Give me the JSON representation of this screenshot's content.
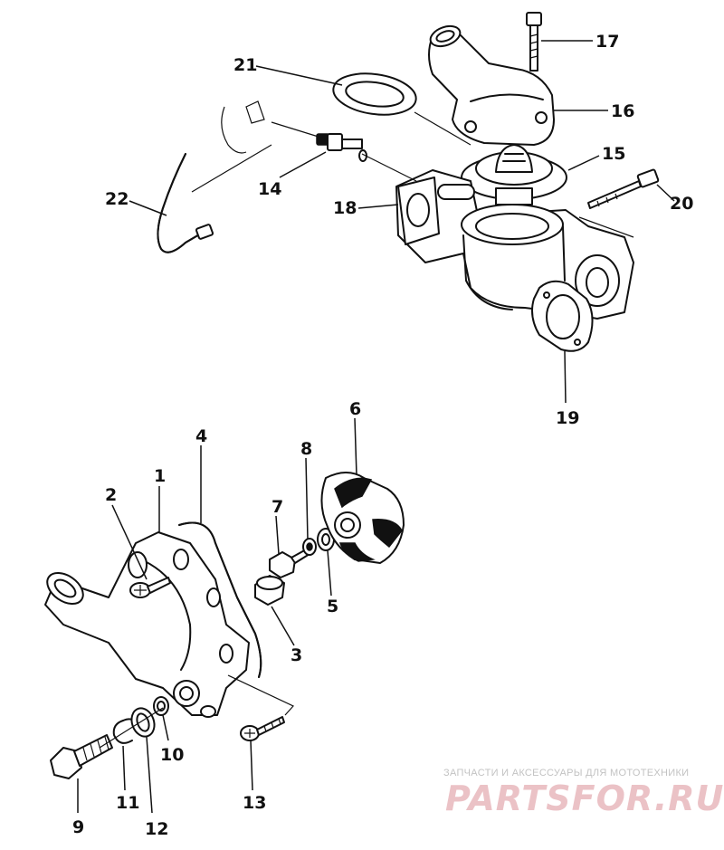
{
  "callouts": {
    "c1": "1",
    "c2": "2",
    "c3": "3",
    "c4": "4",
    "c5": "5",
    "c6": "6",
    "c7": "7",
    "c8": "8",
    "c9": "9",
    "c10": "10",
    "c11": "11",
    "c12": "12",
    "c13": "13",
    "c14": "14",
    "c15": "15",
    "c16": "16",
    "c17": "17",
    "c18": "18",
    "c19": "19",
    "c20": "20",
    "c21": "21",
    "c22": "22"
  },
  "watermark": {
    "tagline": "ЗАПЧАСТИ И АКСЕССУАРЫ ДЛЯ МОТОТЕХНИКИ",
    "logo": "PARTSFOR.RU",
    "color": "#e8b8bd"
  }
}
